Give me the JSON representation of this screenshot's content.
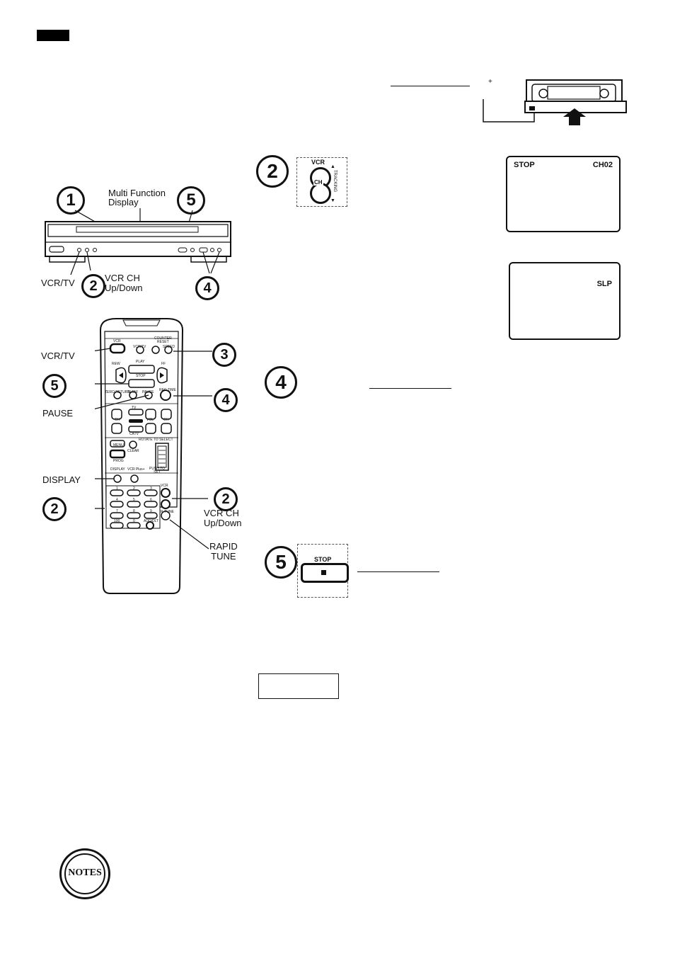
{
  "vcr_front": {
    "callout_1": "1",
    "callout_5": "5",
    "callout_2": "2",
    "callout_4": "4",
    "multi_function_display": "Multi Function\nDisplay",
    "vcr_tv": "VCR/TV",
    "vcr_ch_updown": "VCR CH\nUp/Down"
  },
  "remote": {
    "vcr_tv": "VCR/TV",
    "pause": "PAUSE",
    "display": "DISPLAY",
    "vcr_ch_updown": "VCR CH\nUp/Down",
    "rapid_tune": "RAPID\nTUNE",
    "callout_3": "3",
    "callout_5": "5",
    "callout_4": "4",
    "callout_2a": "2",
    "callout_2b": "2",
    "keys": {
      "vcr": "VCR",
      "counter_reset": "COUNTER\nRESET",
      "speed": "SPEED",
      "vcr_tv_small": "VCR/TV",
      "rew": "REW",
      "play": "PLAY",
      "ff": "FF",
      "stop": "STOP",
      "zero_return": "ZERO RETURN",
      "slow": "SLOW",
      "pause_small": "PAUSE",
      "rec_time": "REC TIME",
      "tv": "TV",
      "ch": "CH",
      "vol": "VOL",
      "catv": "CATV",
      "menu": "MENU",
      "clear": "CLEAR",
      "rotate_to_select": "ROTATE TO SELECT",
      "prog": "PROG",
      "display_small": "DISPLAY",
      "vcr_plus": "VCR Plus+",
      "push_to_set": "PUSH TO\nSET",
      "r_tune": "R-TUNE",
      "add_dlt": "ADD/DLT",
      "digits": [
        "1",
        "2",
        "3",
        "4",
        "5",
        "6",
        "7",
        "8",
        "9",
        "100",
        "0"
      ]
    }
  },
  "step2": {
    "callout": "2",
    "vcr": "VCR",
    "ch": "CH",
    "tracking": "TRACKING"
  },
  "screen1": {
    "left": "STOP",
    "right": "CH02"
  },
  "screen2": {
    "right": "SLP"
  },
  "step4": {
    "callout": "4"
  },
  "step5": {
    "callout": "5",
    "stop": "STOP"
  },
  "notes": {
    "label": "NOTES"
  }
}
